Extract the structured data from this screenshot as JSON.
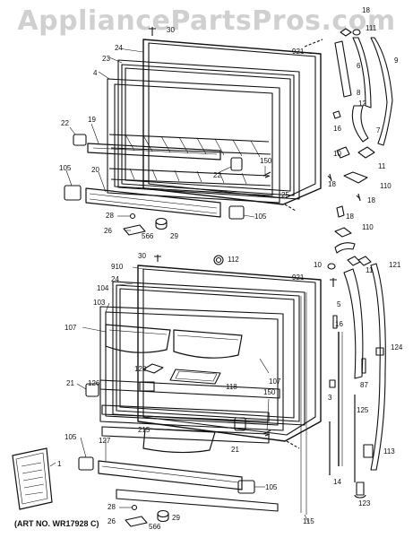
{
  "watermark": "AppliancePartsPros.com",
  "caption": "(ART NO. WR17928 C)",
  "labels": {
    "l18a": "18",
    "l111": "111",
    "l30a": "30",
    "l24a": "24",
    "l921a": "921",
    "l23": "23",
    "l4a": "4",
    "l6": "6",
    "l9": "9",
    "l8": "8",
    "l12": "12",
    "l7": "7",
    "l22a": "22",
    "l19": "19",
    "l16a": "16",
    "l10a": "10",
    "l11a": "11",
    "l150a": "150",
    "l22b": "22",
    "l105a": "105",
    "l20": "20",
    "l18b": "18",
    "l110a": "110",
    "l25": "25",
    "l18c": "18",
    "l28a": "28",
    "l105b": "105",
    "l26a": "26",
    "l566a": "566",
    "l29a": "29",
    "l18d": "18",
    "l110b": "110",
    "l30b": "30",
    "l112": "112",
    "l910": "910",
    "l921b": "921",
    "l10b": "10",
    "l11b": "11",
    "l121": "121",
    "l24b": "24",
    "l104": "104",
    "l103": "103",
    "l5": "5",
    "l107a": "107",
    "l16b": "16",
    "l124": "124",
    "l128": "128",
    "l118": "118",
    "l107b": "107",
    "l87": "87",
    "l3": "3",
    "l21a": "21",
    "l126": "126",
    "l150b": "150",
    "l125": "125",
    "l215": "215",
    "l21b": "21",
    "l105c": "105",
    "l127": "127",
    "l1": "1",
    "l14": "14",
    "l113": "113",
    "l105d": "105",
    "l123": "123",
    "l115": "115",
    "l28b": "28",
    "l26b": "26",
    "l566b": "566",
    "l29b": "29"
  }
}
